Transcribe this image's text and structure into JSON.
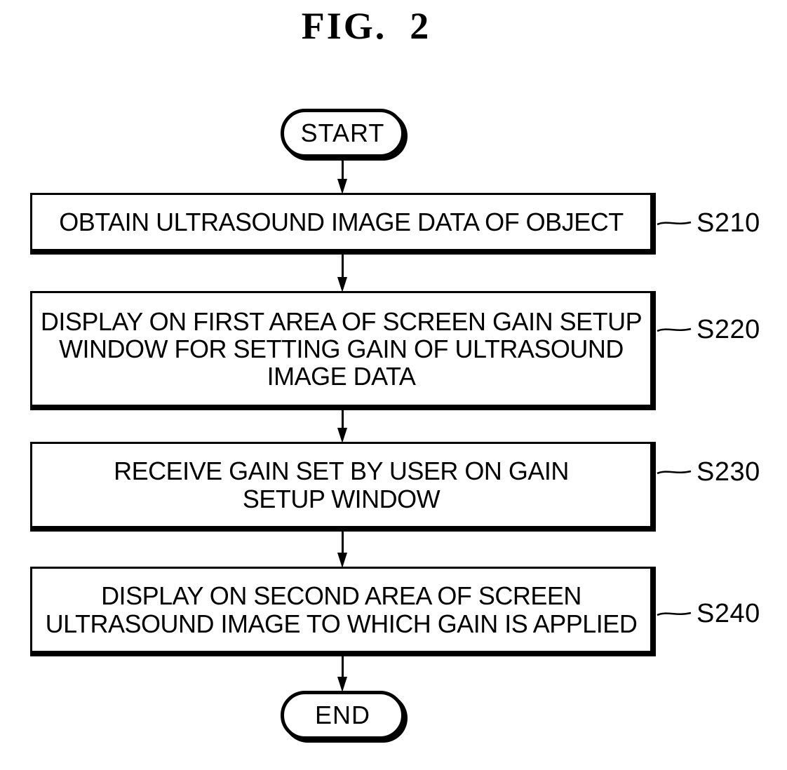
{
  "title": "FIG.  2",
  "diagram": {
    "type": "flowchart",
    "colors": {
      "ink": "#000000",
      "background": "#ffffff"
    },
    "start_label": "START",
    "end_label": "END",
    "steps": [
      {
        "id": "S210",
        "text": "OBTAIN ULTRASOUND IMAGE DATA OF OBJECT"
      },
      {
        "id": "S220",
        "text": "DISPLAY ON FIRST AREA OF SCREEN GAIN SETUP\nWINDOW FOR SETTING GAIN OF ULTRASOUND\nIMAGE DATA"
      },
      {
        "id": "S230",
        "text": "RECEIVE GAIN SET BY USER ON GAIN\nSETUP WINDOW"
      },
      {
        "id": "S240",
        "text": "DISPLAY ON SECOND AREA OF SCREEN\nULTRASOUND IMAGE TO WHICH GAIN IS APPLIED"
      }
    ]
  }
}
